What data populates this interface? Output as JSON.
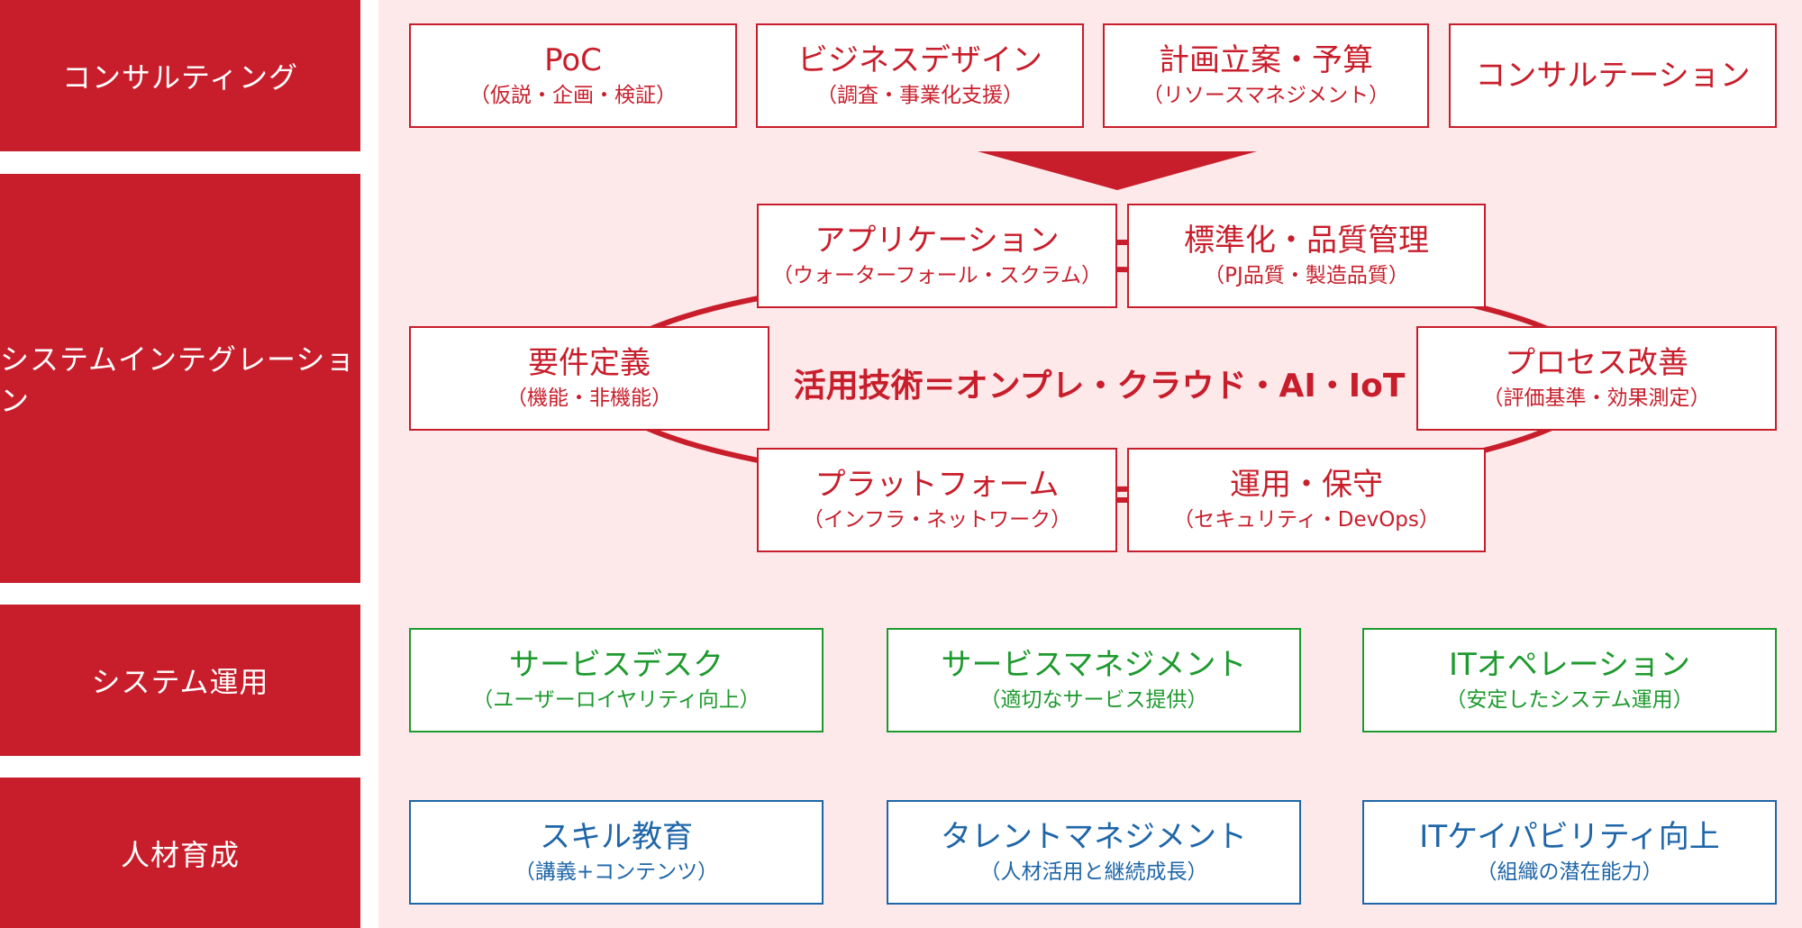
{
  "categories": {
    "consulting": "コンサルティング",
    "si": "システムインテグレーション",
    "operations": "システム運用",
    "talent": "人材育成"
  },
  "consulting_boxes": [
    {
      "title": "PoC",
      "sub": "（仮説・企画・検証）"
    },
    {
      "title": "ビジネスデザイン",
      "sub": "（調査・事業化支援）"
    },
    {
      "title": "計画立案・予算",
      "sub": "（リソースマネジメント）"
    },
    {
      "title": "コンサルテーション",
      "sub": ""
    }
  ],
  "si": {
    "center": "活用技術＝オンプレ・クラウド・AI・IoT",
    "application": {
      "title": "アプリケーション",
      "sub": "（ウォーターフォール・スクラム）"
    },
    "quality": {
      "title": "標準化・品質管理",
      "sub": "（PJ品質・製造品質）"
    },
    "requirements": {
      "title": "要件定義",
      "sub": "（機能・非機能）"
    },
    "process": {
      "title": "プロセス改善",
      "sub": "（評価基準・効果測定）"
    },
    "platform": {
      "title": "プラットフォーム",
      "sub": "（インフラ・ネットワーク）"
    },
    "maintenance": {
      "title": "運用・保守",
      "sub": "（セキュリティ・DevOps）"
    }
  },
  "ops_boxes": [
    {
      "title": "サービスデスク",
      "sub": "（ユーザーロイヤリティ向上）"
    },
    {
      "title": "サービスマネジメント",
      "sub": "（適切なサービス提供）"
    },
    {
      "title": "ITオペレーション",
      "sub": "（安定したシステム運用）"
    }
  ],
  "talent_boxes": [
    {
      "title": "スキル教育",
      "sub": "（講義+コンテンツ）"
    },
    {
      "title": "タレントマネジメント",
      "sub": "（人材活用と継続成長）"
    },
    {
      "title": "ITケイパビリティ向上",
      "sub": "（組織の潜在能力）"
    }
  ],
  "colors": {
    "red": "#c81e2b",
    "green": "#1e9a2e",
    "blue": "#1f66a8",
    "panel": "#fde8ea"
  }
}
